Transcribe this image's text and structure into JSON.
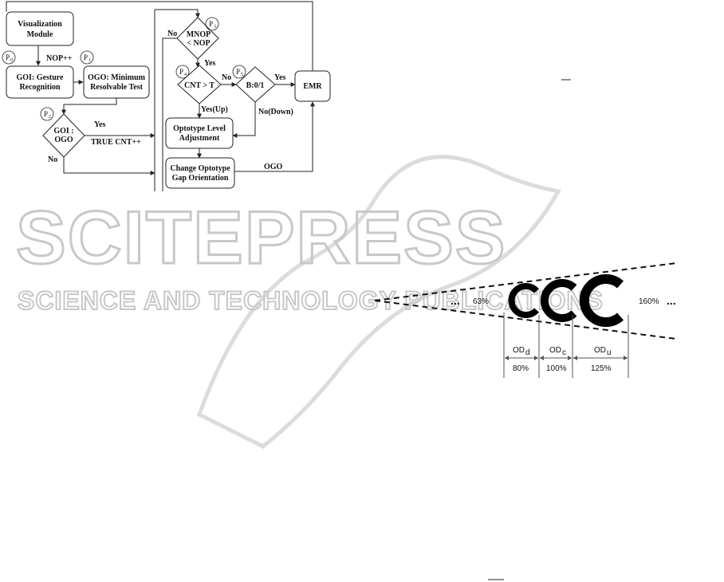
{
  "flowchart": {
    "visualization": [
      "Visualization",
      "Module"
    ],
    "nop_inc": "NOP++",
    "goi_box": [
      "GOI: Gesture",
      "Recognition"
    ],
    "ogo_box": [
      "OGO: Minimum",
      "Resolvable Test"
    ],
    "goi_ogo": [
      "GOI :",
      "OGO"
    ],
    "yes1": "Yes",
    "true_cnt": "TRUE CNT++",
    "no1": "No",
    "mnop": [
      "MNOP",
      "< NOP"
    ],
    "no_top": "No",
    "yes2": "Yes",
    "cnt_t": "CNT > T",
    "no2": "No",
    "b01": "B:0/1",
    "yes3": "Yes",
    "emr": "EMR",
    "yes_up": "Yes(Up)",
    "no_down": "No(Down)",
    "opt_adj": [
      "Optotype Level",
      "Adjustment"
    ],
    "change_opt": [
      "Change Optotype",
      "Gap Orientation"
    ],
    "ogo_label": "OGO",
    "p0": "P0",
    "p1": "P1",
    "p2": "P2",
    "p3": "P3",
    "p4": "P4",
    "p5": "P5",
    "p_letter": "P",
    "p0_sub": "0",
    "p1_sub": "1",
    "p2_sub": "2",
    "p3_sub": "3",
    "p4_sub": "4",
    "p5_sub": "5"
  },
  "optotype": {
    "left_pct": "63%",
    "right_pct": "160%",
    "ellipsis": "...",
    "od_d": "OD",
    "od_d_sub": "d",
    "od_c": "OD",
    "od_c_sub": "c",
    "od_u": "OD",
    "od_u_sub": "u",
    "pct_d": "80%",
    "pct_c": "100%",
    "pct_u": "125%"
  },
  "watermark": {
    "main": "SCITEPRESS",
    "sub": "SCIENCE AND TECHNOLOGY PUBLICATIONS"
  }
}
